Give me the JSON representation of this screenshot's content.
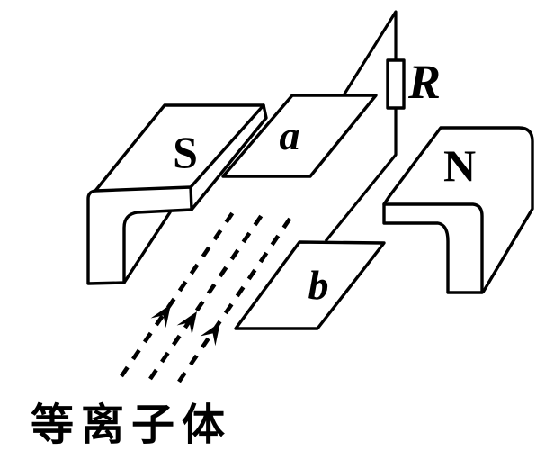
{
  "diagram": {
    "title": "mhd-generator-physics-diagram",
    "labels": {
      "magnet_s": "S",
      "magnet_n": "N",
      "plate_a": "a",
      "plate_b": "b",
      "resistor": "R",
      "plasma": "等离子体"
    },
    "colors": {
      "ink": "#000000",
      "background": "#ffffff"
    }
  }
}
